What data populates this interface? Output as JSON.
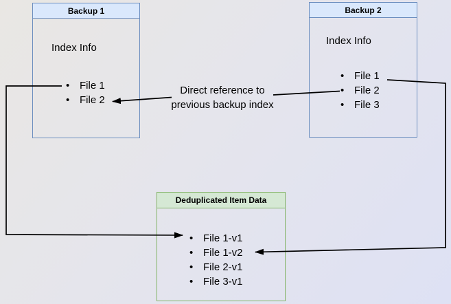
{
  "colors": {
    "canvas-from": "#e9e7e3",
    "canvas-mid": "#e5e5ec",
    "canvas-to": "#dee1f4",
    "blue-fill": "#dae8fc",
    "blue-stroke": "#6c8ebf",
    "green-fill": "#d5e8d4",
    "green-stroke": "#82b366",
    "arrow": "#000000",
    "text": "#000000"
  },
  "backup1": {
    "title": "Backup 1",
    "index_label": "Index Info",
    "files": [
      "File 1",
      "File 2"
    ]
  },
  "backup2": {
    "title": "Backup 2",
    "index_label": "Index Info",
    "files": [
      "File 1",
      "File 2",
      "File 3"
    ]
  },
  "dedup": {
    "title": "Deduplicated Item Data",
    "files": [
      "File 1-v1",
      "File 1-v2",
      "File 2-v1",
      "File 3-v1"
    ]
  },
  "annotations": {
    "direct_reference": "Direct reference to\nprevious backup index"
  }
}
